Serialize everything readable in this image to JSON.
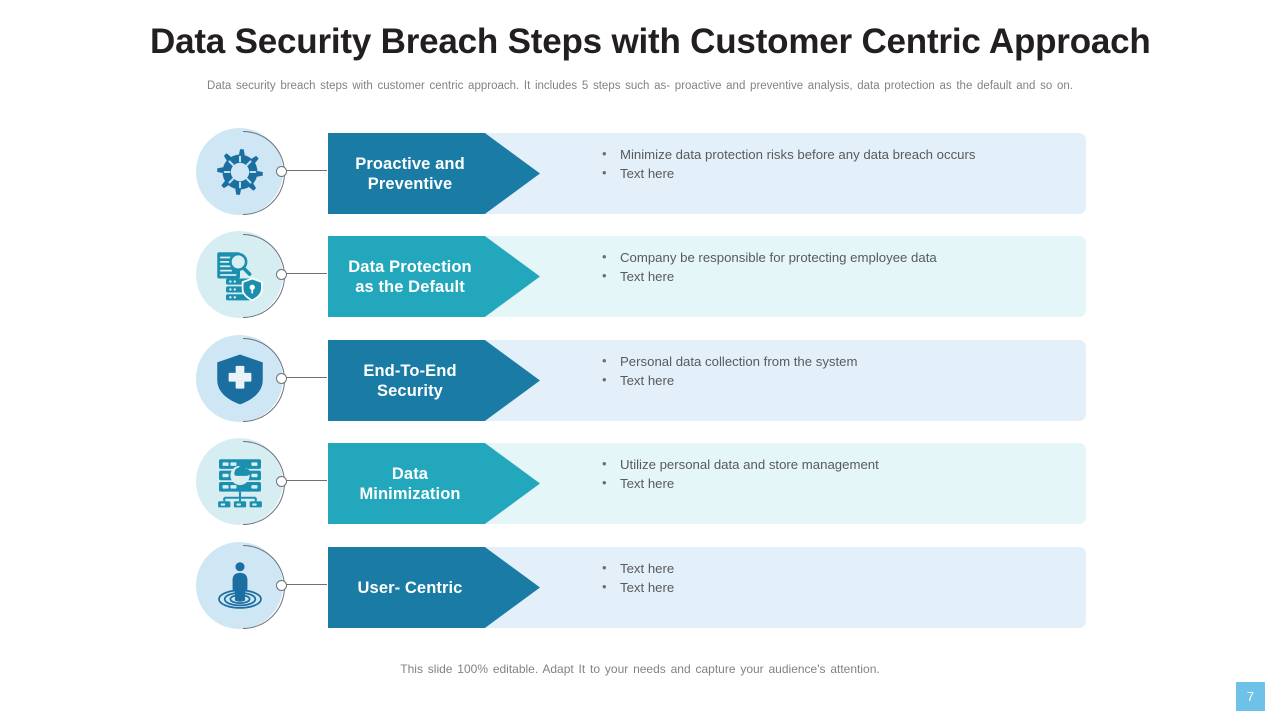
{
  "header": {
    "title": "Data Security Breach Steps with Customer Centric Approach",
    "subtitle": "Data security breach steps with customer centric approach.  It includes 5 steps such as- proactive  and preventive  analysis, data protection as the default  and so on."
  },
  "colors": {
    "accent_blue": "#1a7ba4",
    "accent_teal": "#23a7bc",
    "panel_blue": "#e3f0f9",
    "panel_teal": "#e5f6f8",
    "medallion_blue": "#cfe6f5",
    "medallion_teal": "#d6eef2",
    "title_text": "#231f20",
    "body_text": "#595a5c",
    "muted_text": "#808285",
    "page_badge": "#6ec2e8"
  },
  "steps": [
    {
      "id": "proactive-and-preventive",
      "label": "Proactive and\nPreventive",
      "label_line1": "Proactive and",
      "label_line2": "Preventive",
      "icon": "gear-icon",
      "tone": "blue",
      "bullets": [
        "Minimize data protection risks before any data breach occurs",
        "Text here"
      ]
    },
    {
      "id": "data-protection-as-the-default",
      "label": "Data Protection\nas the Default",
      "label_line1": "Data Protection",
      "label_line2": "as the Default",
      "icon": "document-server-lock-icon",
      "tone": "teal",
      "bullets": [
        "Company be responsible for protecting employee data",
        "Text here"
      ]
    },
    {
      "id": "end-to-end-security",
      "label": "End-To-End\nSecurity",
      "label_line1": "End-To-End",
      "label_line2": "Security",
      "icon": "shield-icon",
      "tone": "blue",
      "bullets": [
        "Personal data collection from the system",
        "Text here"
      ]
    },
    {
      "id": "data-minimization",
      "label": "Data\nMinimization",
      "label_line1": "Data",
      "label_line2": "Minimization",
      "icon": "server-network-icon",
      "tone": "teal",
      "bullets": [
        "Utilize personal data and store management",
        "Text here"
      ]
    },
    {
      "id": "user-centric",
      "label": "User- Centric",
      "label_line1": "User- Centric",
      "label_line2": "",
      "icon": "person-target-icon",
      "tone": "blue",
      "bullets": [
        "Text here",
        "Text here"
      ]
    }
  ],
  "footer": {
    "note": "This slide 100% editable. Adapt  It to your needs and capture your audience's attention.",
    "page_number": "7"
  }
}
